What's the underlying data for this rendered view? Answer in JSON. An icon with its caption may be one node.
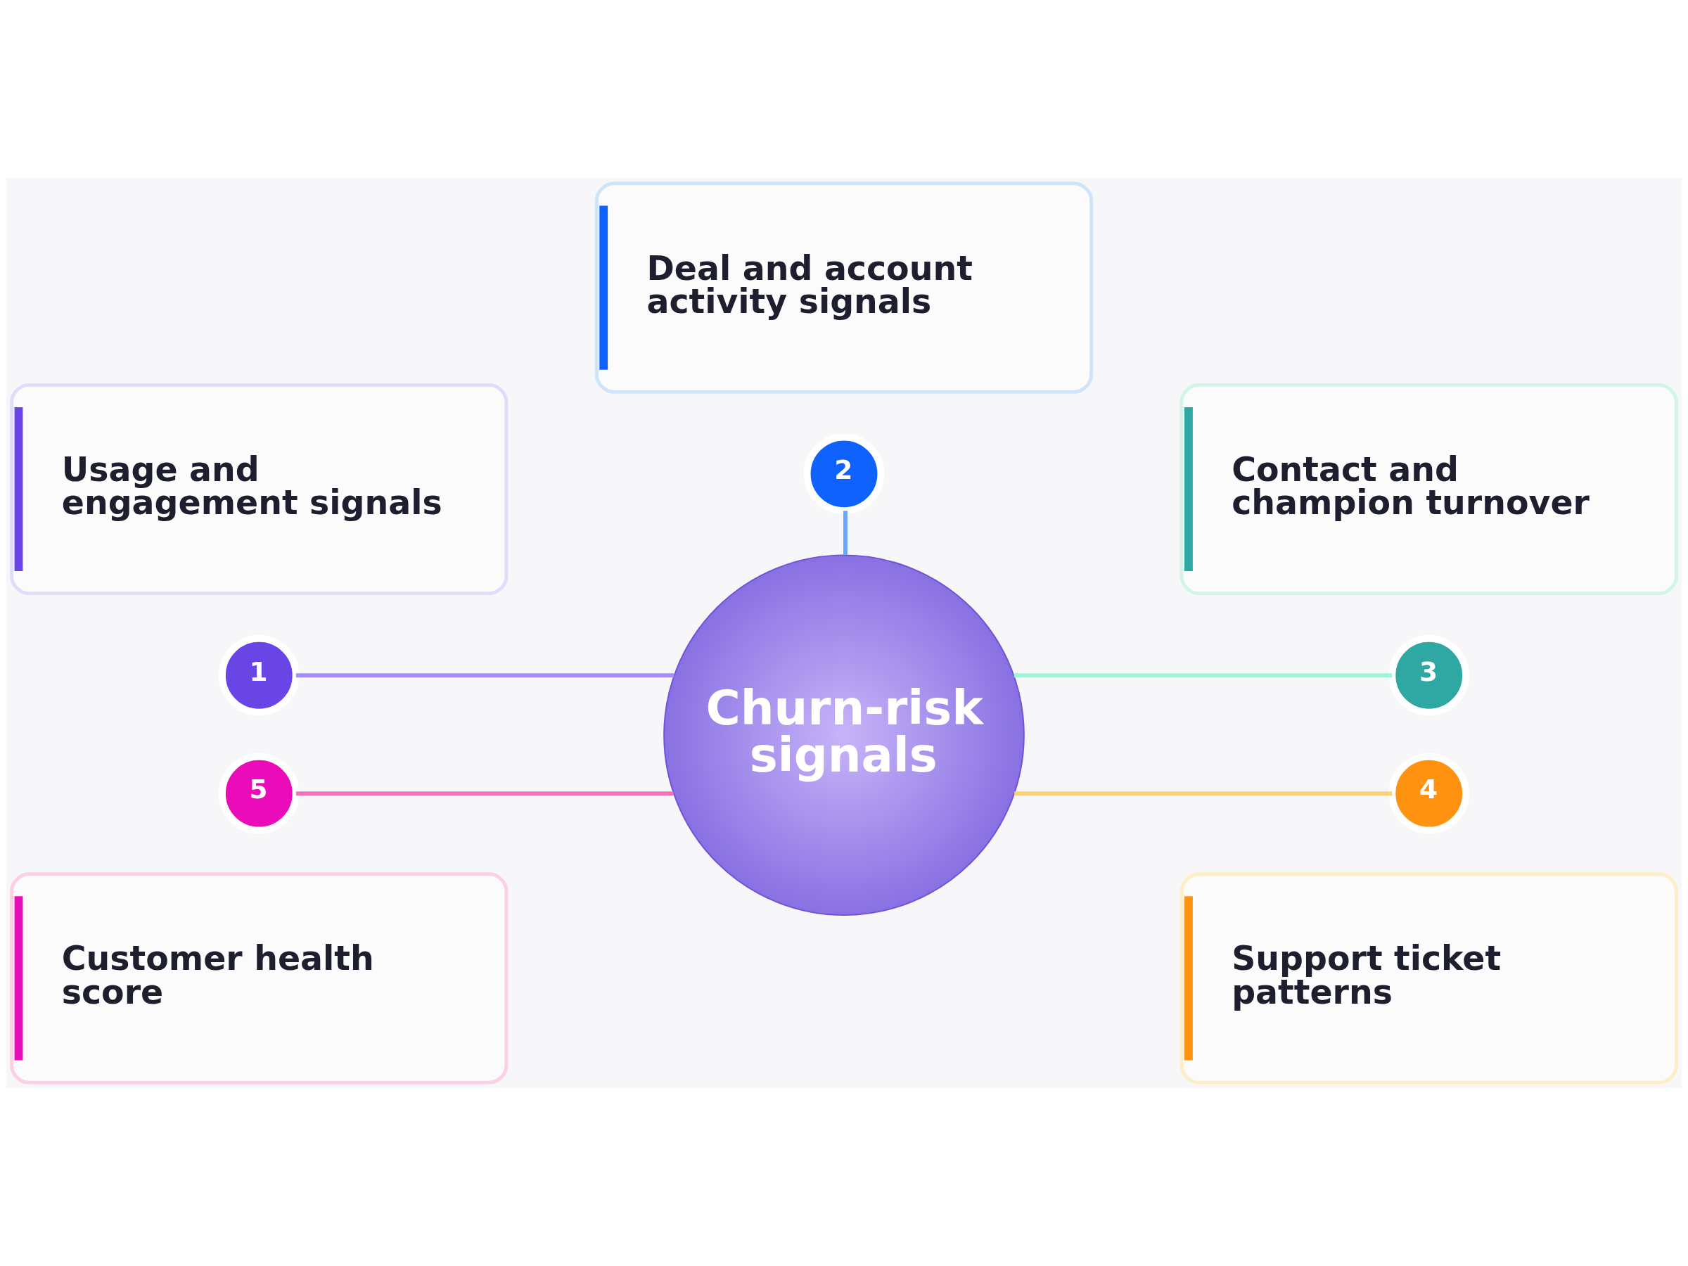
{
  "diagram": {
    "nodes": [
      {
        "text": [
          "Deal and account activity signals"
        ]
      },
      {
        "text": [
          "2"
        ]
      },
      {
        "text": [
          "Usage and engagement signals"
        ]
      },
      {
        "text": [
          "1"
        ]
      },
      {
        "text": [
          "Contact and champion turnover"
        ]
      },
      {
        "text": [
          "3"
        ]
      },
      {
        "text": [
          "Churn-risk signals"
        ]
      },
      {
        "text": [
          "5"
        ]
      },
      {
        "text": [
          "Customer health score"
        ]
      },
      {
        "text": [
          "4"
        ]
      },
      {
        "text": [
          "Support ticket patterns"
        ]
      }
    ],
    "edges": [
      {
        "from": 3,
        "to": 6,
        "arrow": "none",
        "color": "#a78bfa"
      },
      {
        "from": 1,
        "to": 6,
        "arrow": "none",
        "color": "#6aa8f7"
      },
      {
        "from": 6,
        "to": 5,
        "arrow": "none",
        "color": "#9ef5d5"
      },
      {
        "from": 6,
        "to": 9,
        "arrow": "none",
        "color": "#fdd07a"
      },
      {
        "from": 7,
        "to": 6,
        "arrow": "none",
        "color": "#f472b6"
      }
    ]
  }
}
